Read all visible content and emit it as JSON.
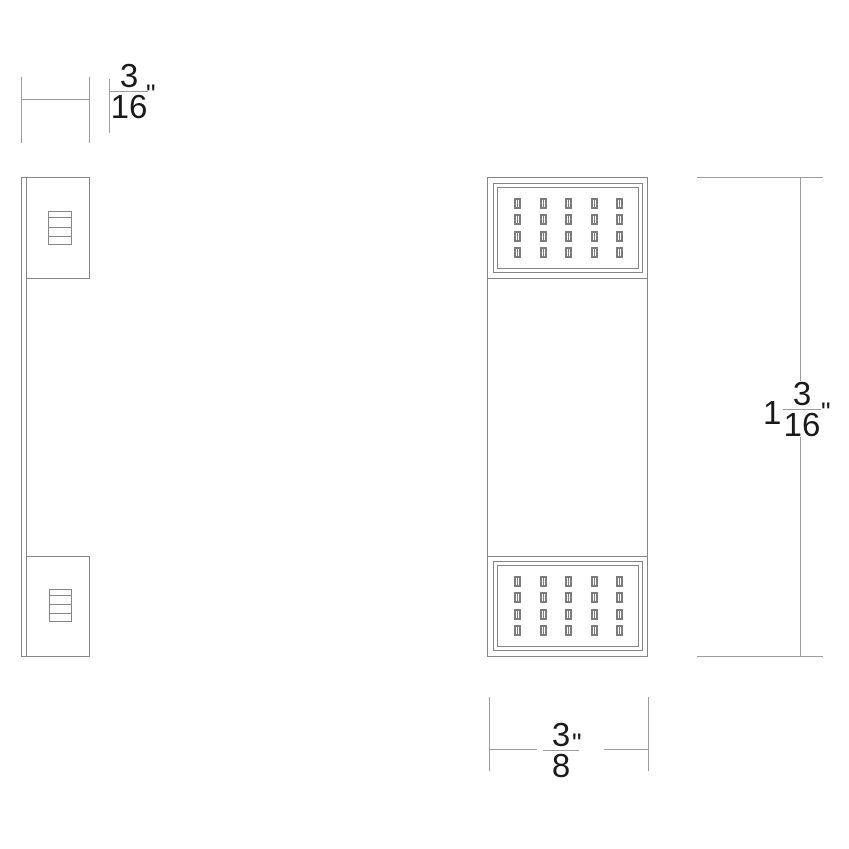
{
  "drawing_title": "wall-fixture-dimension-drawing",
  "colors": {
    "outline": "#858585",
    "dimension_line": "#9c9c9c",
    "text": "#1a1a1a"
  },
  "dimensions": {
    "depth": {
      "numerator": "3",
      "denominator": "16",
      "unit": "\""
    },
    "height": {
      "whole": "1",
      "numerator": "3",
      "denominator": "16",
      "unit": "\""
    },
    "width": {
      "numerator": "3",
      "denominator": "8",
      "unit": "\""
    }
  },
  "grille": {
    "rows": 4,
    "cols": 5
  }
}
